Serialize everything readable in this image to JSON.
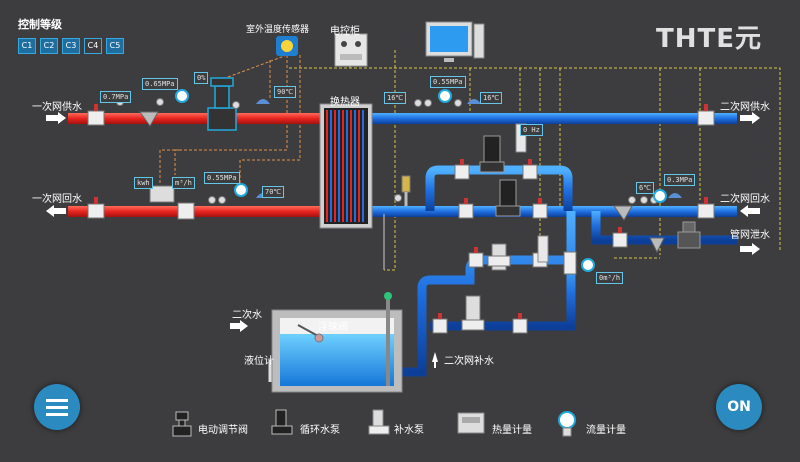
{
  "header": {
    "control_level_title": "控制等级",
    "levels": [
      "C1",
      "C2",
      "C3",
      "C4",
      "C5"
    ]
  },
  "logo": {
    "text": "THTE元"
  },
  "devices": {
    "outdoor_sensor_label": "室外温度传感器",
    "control_cabinet_label": "电控柜",
    "heat_exchanger_label": "换热器",
    "float_valve_label": "浮球阀",
    "level_gauge_label": "液位计"
  },
  "pipes": {
    "primary_supply": "一次网供水",
    "primary_return": "一次网回水",
    "secondary_supply": "二次网供水",
    "secondary_return": "二次网回水",
    "drain": "管网泄水",
    "secondary_water": "二次水",
    "makeup": "二次网补水"
  },
  "readings": {
    "p1_supply_press_a": "0.7MPa",
    "p1_supply_press_b": "0.65MPa",
    "valve_open": "0%",
    "p1_supply_temp": "90℃",
    "p1_return_heat": "kwh",
    "p1_return_flow": "m³/h",
    "p1_return_press": "0.55MPa",
    "p1_return_temp": "70℃",
    "s_supply_temp_a": "16℃",
    "s_supply_press": "0.55MPa",
    "s_supply_temp_b": "16℃",
    "pump_freq": "0 Hz",
    "s_return_temp": "6℃",
    "s_return_press": "0.3MPa",
    "makeup_flow": "0m³/h"
  },
  "legend": {
    "items": [
      {
        "icon": "electric-control-valve-icon",
        "label": "电动调节阀"
      },
      {
        "icon": "circulation-pump-icon",
        "label": "循环水泵"
      },
      {
        "icon": "makeup-pump-icon",
        "label": "补水泵"
      },
      {
        "icon": "heat-meter-icon",
        "label": "热量计量"
      },
      {
        "icon": "flow-meter-icon",
        "label": "流量计量"
      }
    ]
  },
  "controls": {
    "on_label": "ON"
  },
  "colors": {
    "hot_pipe": "#e8241f",
    "cold_pipe": "#1f6fe0",
    "background": "#3d3d3f",
    "accent": "#2b8bc0",
    "signal_line": "#d8c24a"
  }
}
